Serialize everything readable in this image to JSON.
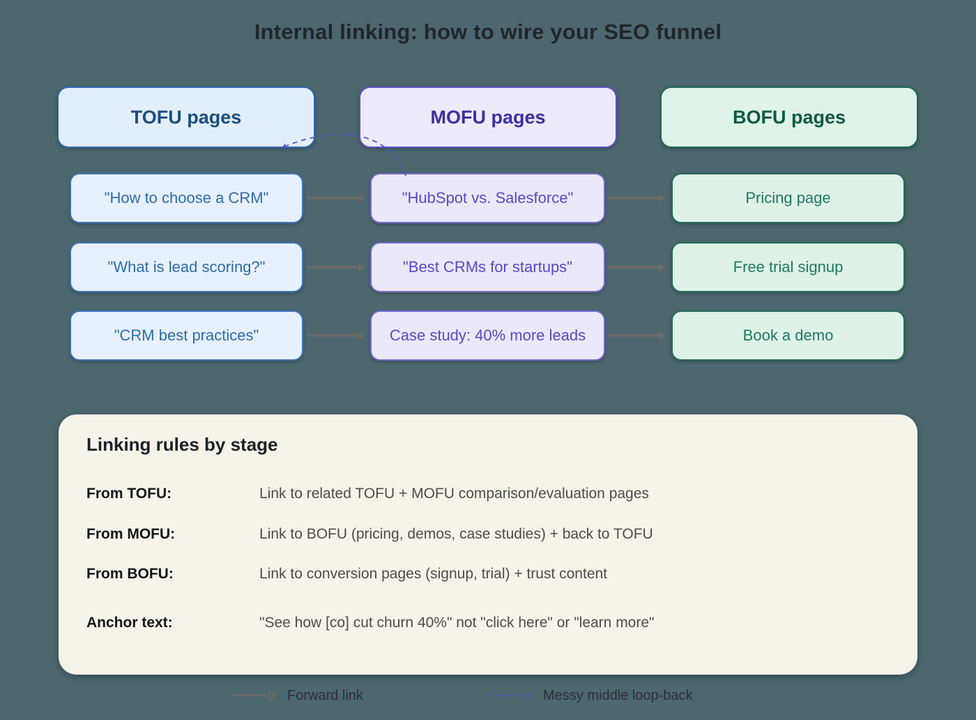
{
  "title": "Internal linking: how to wire your SEO funnel",
  "palette": {
    "background": "#4c676e",
    "tofu_accent": "#1b4e7f",
    "mofu_accent": "#3e2fa3",
    "bofu_accent": "#0e5a42",
    "forward_arrow": "#6f6a63",
    "loopback_arrow": "#4a56c8",
    "panel_background": "#f6f3ea"
  },
  "columns": [
    {
      "id": "tofu",
      "label": "TOFU pages"
    },
    {
      "id": "mofu",
      "label": "MOFU pages"
    },
    {
      "id": "bofu",
      "label": "BOFU pages"
    }
  ],
  "funnel_rows": [
    {
      "tofu": "\"How to choose a CRM\"",
      "mofu": "\"HubSpot vs. Salesforce\"",
      "bofu": "Pricing page"
    },
    {
      "tofu": "\"What is lead scoring?\"",
      "mofu": "\"Best CRMs for startups\"",
      "bofu": "Free trial signup"
    },
    {
      "tofu": "\"CRM best practices\"",
      "mofu": "Case study: 40% more leads",
      "bofu": "Book a demo"
    }
  ],
  "rules_panel": {
    "heading": "Linking rules by stage",
    "rules": [
      {
        "label": "From TOFU:",
        "text": "Link to related TOFU + MOFU comparison/evaluation pages"
      },
      {
        "label": "From MOFU:",
        "text": "Link to BOFU (pricing, demos, case studies) + back to TOFU"
      },
      {
        "label": "From BOFU:",
        "text": "Link to conversion pages (signup, trial) + trust content"
      },
      {
        "label": "Anchor text:",
        "text": "\"See how [co] cut churn 40%\" not \"click here\" or \"learn more\""
      }
    ]
  },
  "legend": {
    "forward_label": "Forward link",
    "loopback_label": "Messy middle loop-back"
  }
}
